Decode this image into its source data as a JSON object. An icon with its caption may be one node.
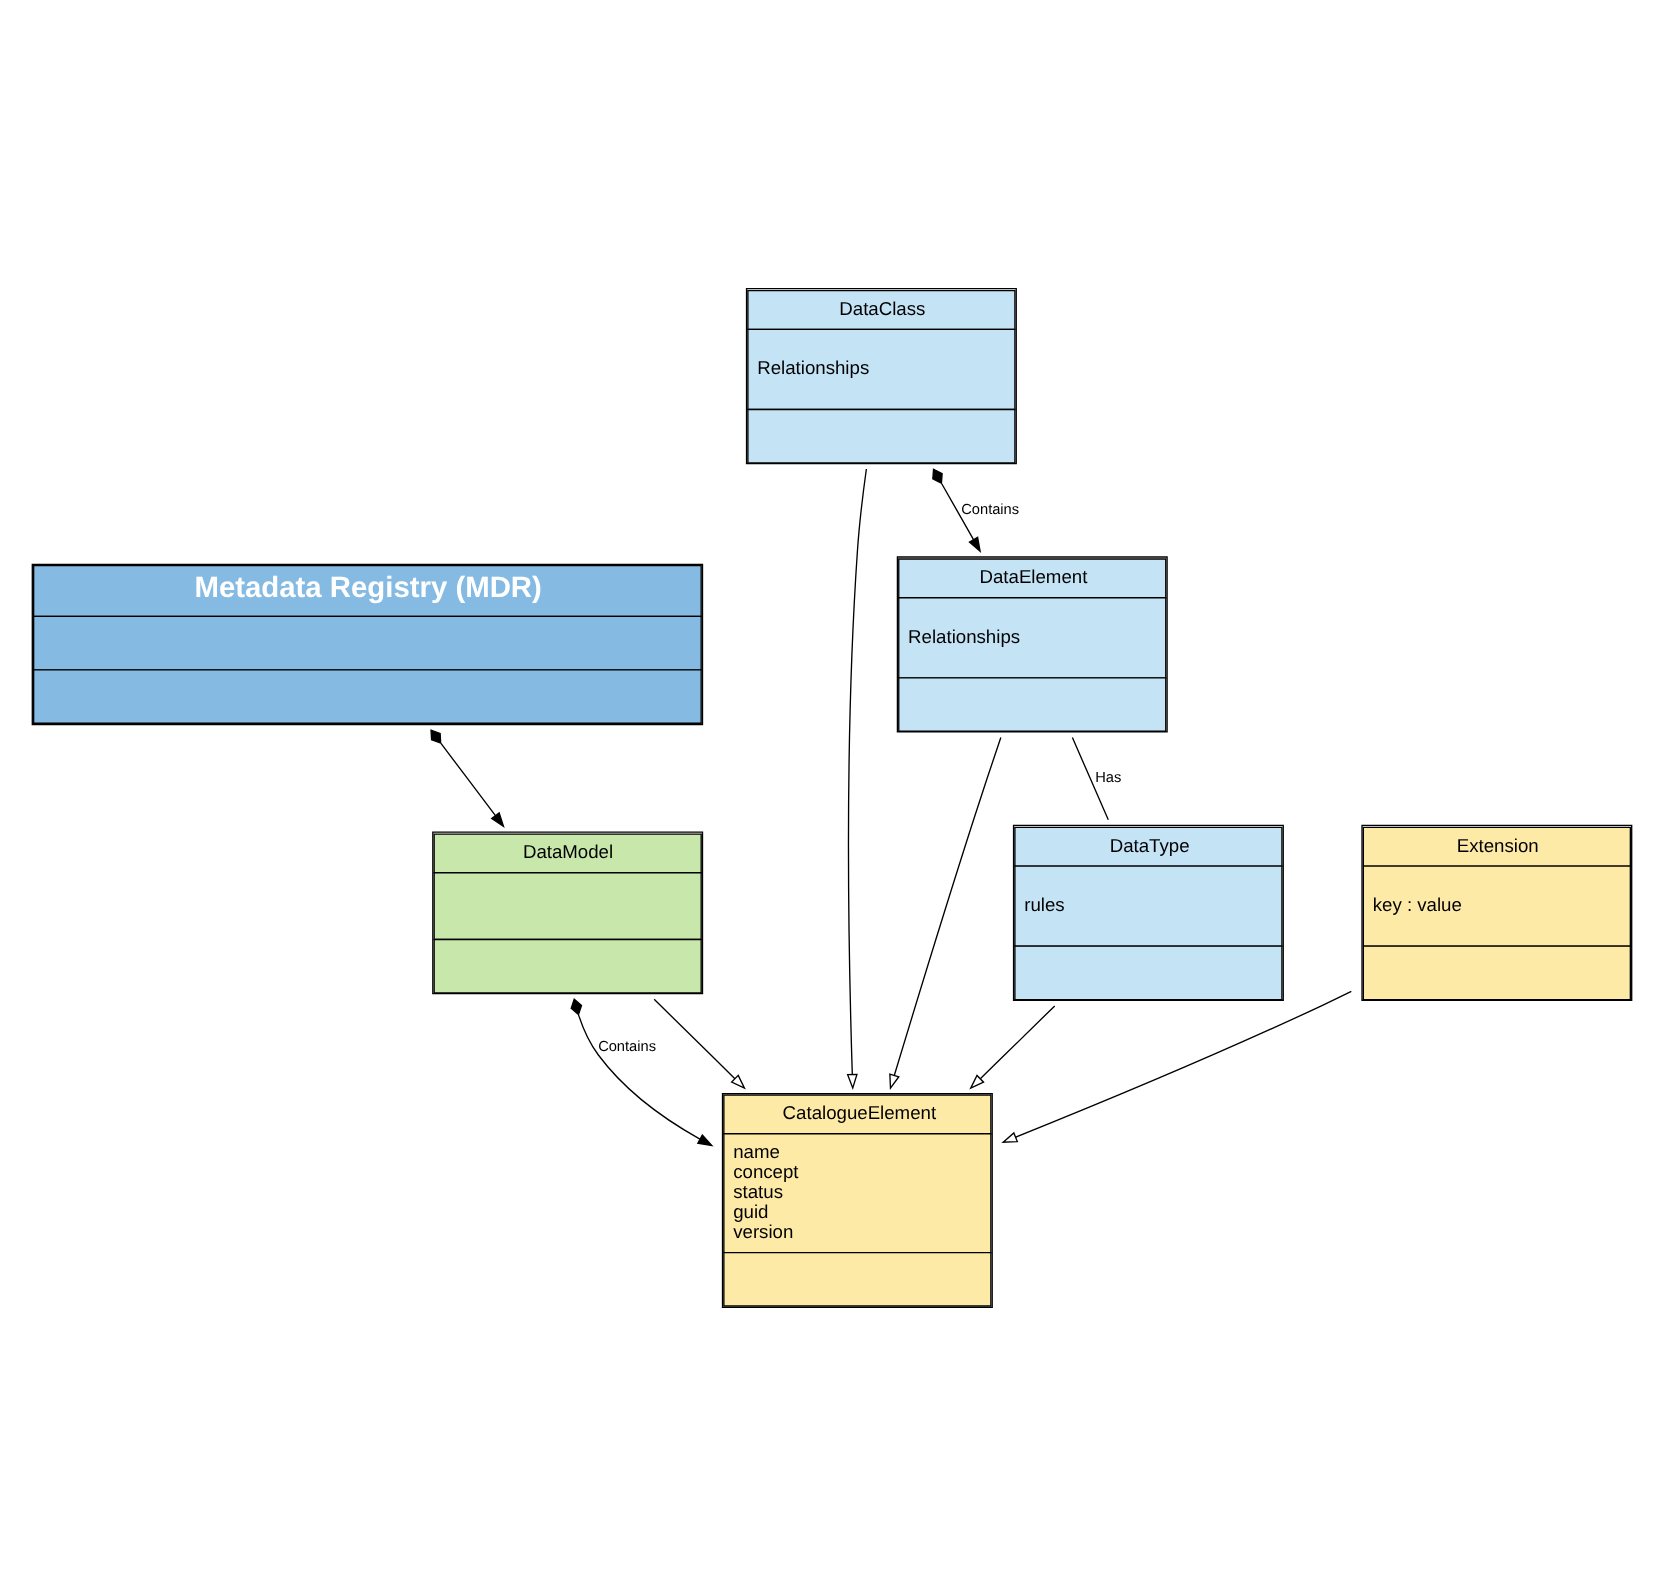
{
  "diagram": {
    "nodes": [
      {
        "text": [
          "Metadata Registry (MDR)"
        ]
      },
      {
        "text": [
          "DataModel"
        ]
      },
      {
        "text": [
          "CatalogueElement",
          "name",
          "concept",
          "status",
          "guid",
          "version"
        ]
      },
      {
        "text": [
          "DataClass",
          "Relationships"
        ]
      },
      {
        "text": [
          "DataElement",
          "Relationships"
        ]
      },
      {
        "text": [
          "Extension",
          "key : value"
        ]
      },
      {
        "text": [
          "DataType",
          "rules"
        ]
      }
    ],
    "edges": [
      {
        "from": 0,
        "to": 1,
        "arrow": "to"
      },
      {
        "from": 1,
        "to": 2,
        "arrow": "to",
        "label": "Contains"
      },
      {
        "from": 1,
        "to": 2,
        "arrow": "to"
      },
      {
        "from": 3,
        "to": 2,
        "arrow": "to"
      },
      {
        "from": 4,
        "to": 2,
        "arrow": "to"
      },
      {
        "from": 6,
        "to": 2,
        "arrow": "to"
      },
      {
        "from": 5,
        "to": 2,
        "arrow": "to"
      },
      {
        "from": 3,
        "to": 4,
        "arrow": "to",
        "label": "Contains"
      },
      {
        "from": 4,
        "to": 6,
        "arrow": "none",
        "label": "Has"
      }
    ]
  }
}
